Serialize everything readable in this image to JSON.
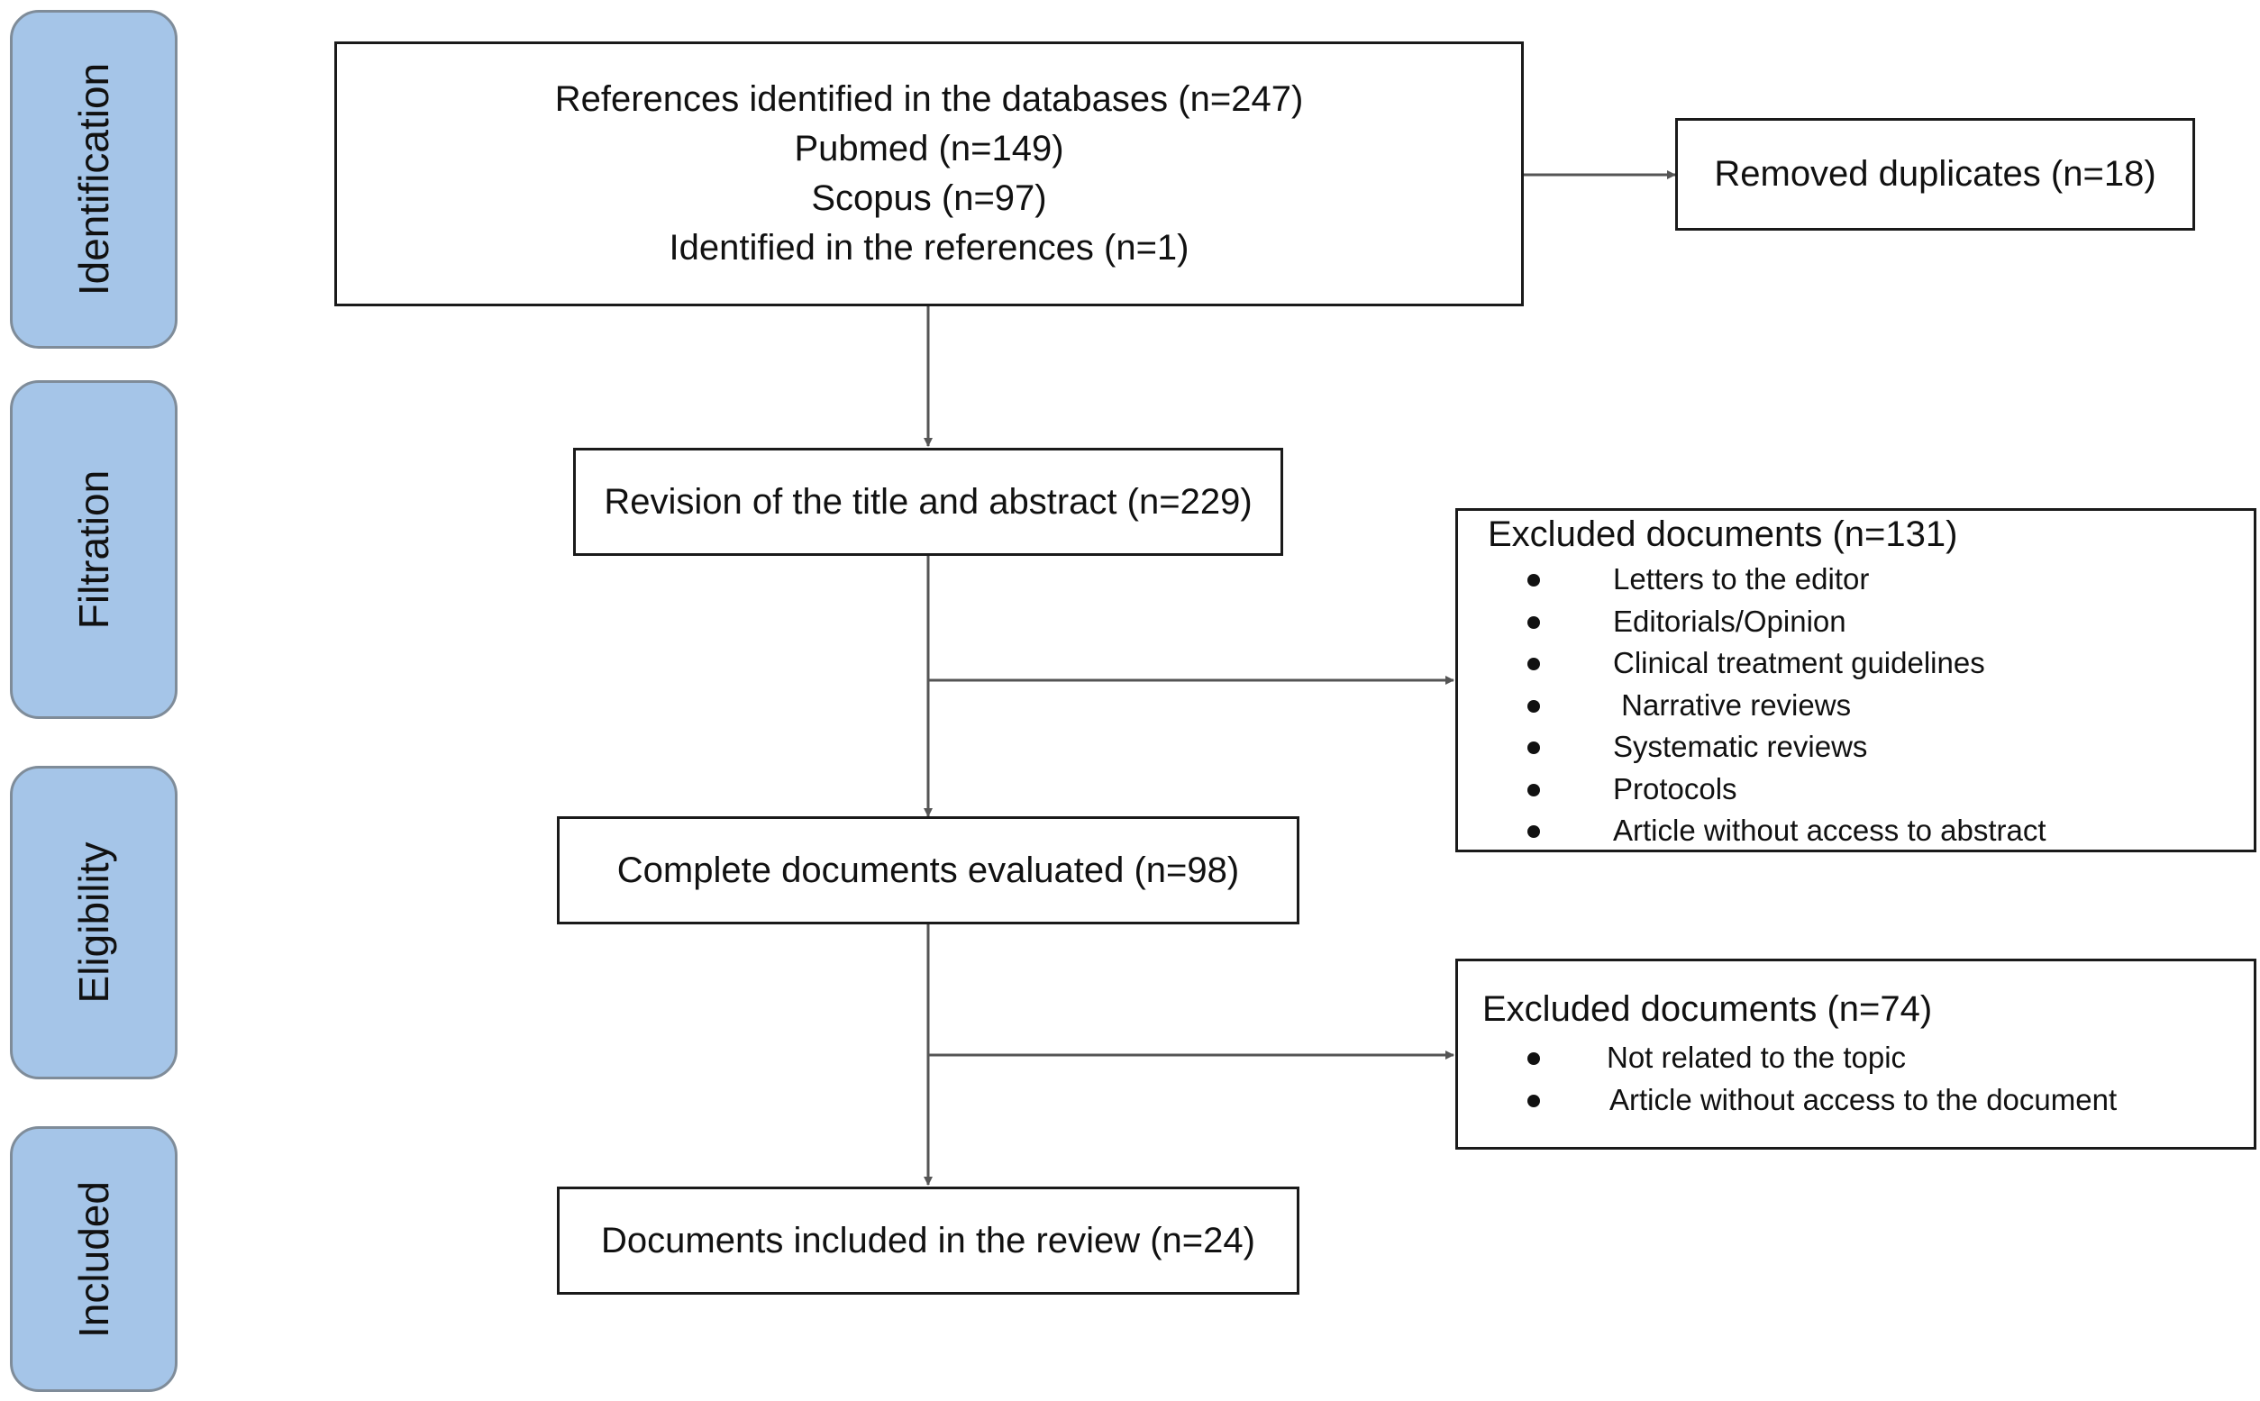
{
  "phases": [
    {
      "id": "identification",
      "label": "Identification"
    },
    {
      "id": "filtration",
      "label": "Filtration"
    },
    {
      "id": "eligibility",
      "label": "Eligibility"
    },
    {
      "id": "included",
      "label": "Included"
    }
  ],
  "identification_box": {
    "lines": [
      "References identified in the databases (n=247)",
      "Pubmed (n=149)",
      "Scopus (n=97)",
      "Identified in the references (n=1)"
    ]
  },
  "duplicates_box": {
    "text": "Removed duplicates (n=18)"
  },
  "screening_box": {
    "text": "Revision of the title and abstract (n=229)"
  },
  "exclusion_1": {
    "title": "Excluded documents (n=131)",
    "items": [
      "Letters to the editor",
      "Editorials/Opinion",
      "Clinical treatment guidelines",
      " Narrative reviews",
      "Systematic reviews",
      "Protocols",
      "Article without access to abstract"
    ]
  },
  "full_text_box": {
    "text": "Complete documents evaluated (n=98)"
  },
  "exclusion_2": {
    "title": "Excluded documents (n=74)",
    "items": [
      "Not related to the topic",
      "Article without access to the document"
    ]
  },
  "included_box": {
    "text": "Documents included in the review (n=24)"
  },
  "colors": {
    "phase_fill": "#a5c5e8",
    "phase_border": "#7f8c99",
    "box_border": "#1a1a1a",
    "arrow": "#555555"
  }
}
